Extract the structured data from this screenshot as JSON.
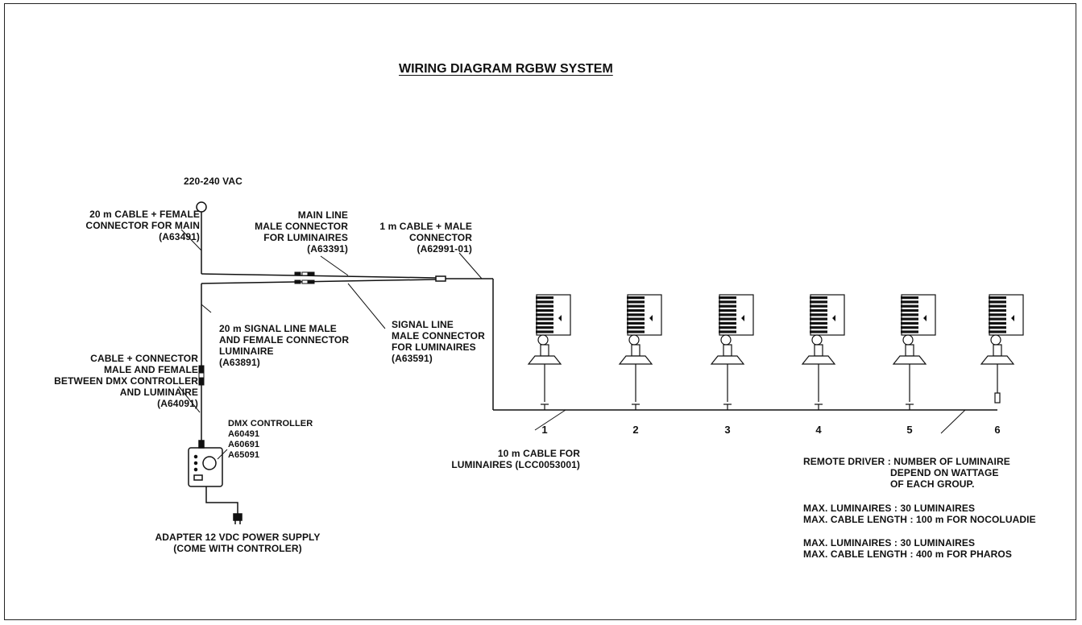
{
  "title": "WIRING DIAGRAM RGBW SYSTEM",
  "labels": {
    "vac": "220-240 VAC",
    "main_cable_l1": "20 m CABLE + FEMALE",
    "main_cable_l2": "CONNECTOR FOR MAIN",
    "main_cable_l3": "(A63491)",
    "main_line_l1": "MAIN LINE",
    "main_line_l2": "MALE CONNECTOR",
    "main_line_l3": "FOR LUMINAIRES",
    "main_line_l4": "(A63391)",
    "one_m_l1": "1 m CABLE + MALE",
    "one_m_l2": "CONNECTOR",
    "one_m_l3": "(A62991-01)",
    "signal20_l1": "20 m SIGNAL LINE MALE",
    "signal20_l2": "AND FEMALE CONNECTOR",
    "signal20_l3": "LUMINAIRE",
    "signal20_l4": "(A63891)",
    "signal_line_l1": "SIGNAL LINE",
    "signal_line_l2": "MALE CONNECTOR",
    "signal_line_l3": "FOR LUMINAIRES",
    "signal_line_l4": "(A63591)",
    "cable_conn_l1": "CABLE + CONNECTOR",
    "cable_conn_l2": "MALE AND FEMALE",
    "cable_conn_l3": "BETWEEN DMX CONTROLLER",
    "cable_conn_l4": "AND LUMINAIRE",
    "cable_conn_l5": "(A64091)",
    "dmx_l1": "DMX CONTROLLER",
    "dmx_l2": "A60491",
    "dmx_l3": "A60691",
    "dmx_l4": "A65091",
    "adapter_l1": "ADAPTER 12 VDC POWER SUPPLY",
    "adapter_l2": "(COME WITH CONTROLER)",
    "ten_m_l1": "10 m CABLE FOR",
    "ten_m_l2": "LUMINAIRES (LCC0053001)",
    "remote_l1": "REMOTE DRIVER : NUMBER OF LUMINAIRE",
    "remote_l2": "DEPEND ON WATTAGE",
    "remote_l3": "OF EACH GROUP.",
    "max1_l1": "MAX. LUMINAIRES : 30 LUMINAIRES",
    "max1_l2": "MAX. CABLE LENGTH : 100 m FOR NOCOLUADIE",
    "max2_l1": "MAX. LUMINAIRES : 30 LUMINAIRES",
    "max2_l2": "MAX. CABLE LENGTH : 400 m FOR PHAROS"
  },
  "luminaires": [
    "1",
    "2",
    "3",
    "4",
    "5",
    "6"
  ]
}
